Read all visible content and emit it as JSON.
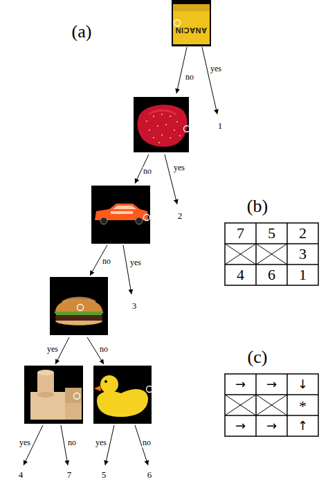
{
  "diagram": {
    "labels": [
      "(a)",
      "ANACIN",
      "no",
      "yes",
      "1",
      "no",
      "yes",
      "2",
      "no",
      "yes",
      "3",
      "yes",
      "no",
      "yes",
      "no",
      "4",
      "7",
      "yes",
      "no",
      "5",
      "6",
      "(b)",
      "7",
      "5",
      "2",
      "3",
      "4",
      "6",
      "1",
      "(c)",
      "→",
      "→",
      "↓",
      "*",
      "→",
      "→",
      "↑"
    ]
  }
}
